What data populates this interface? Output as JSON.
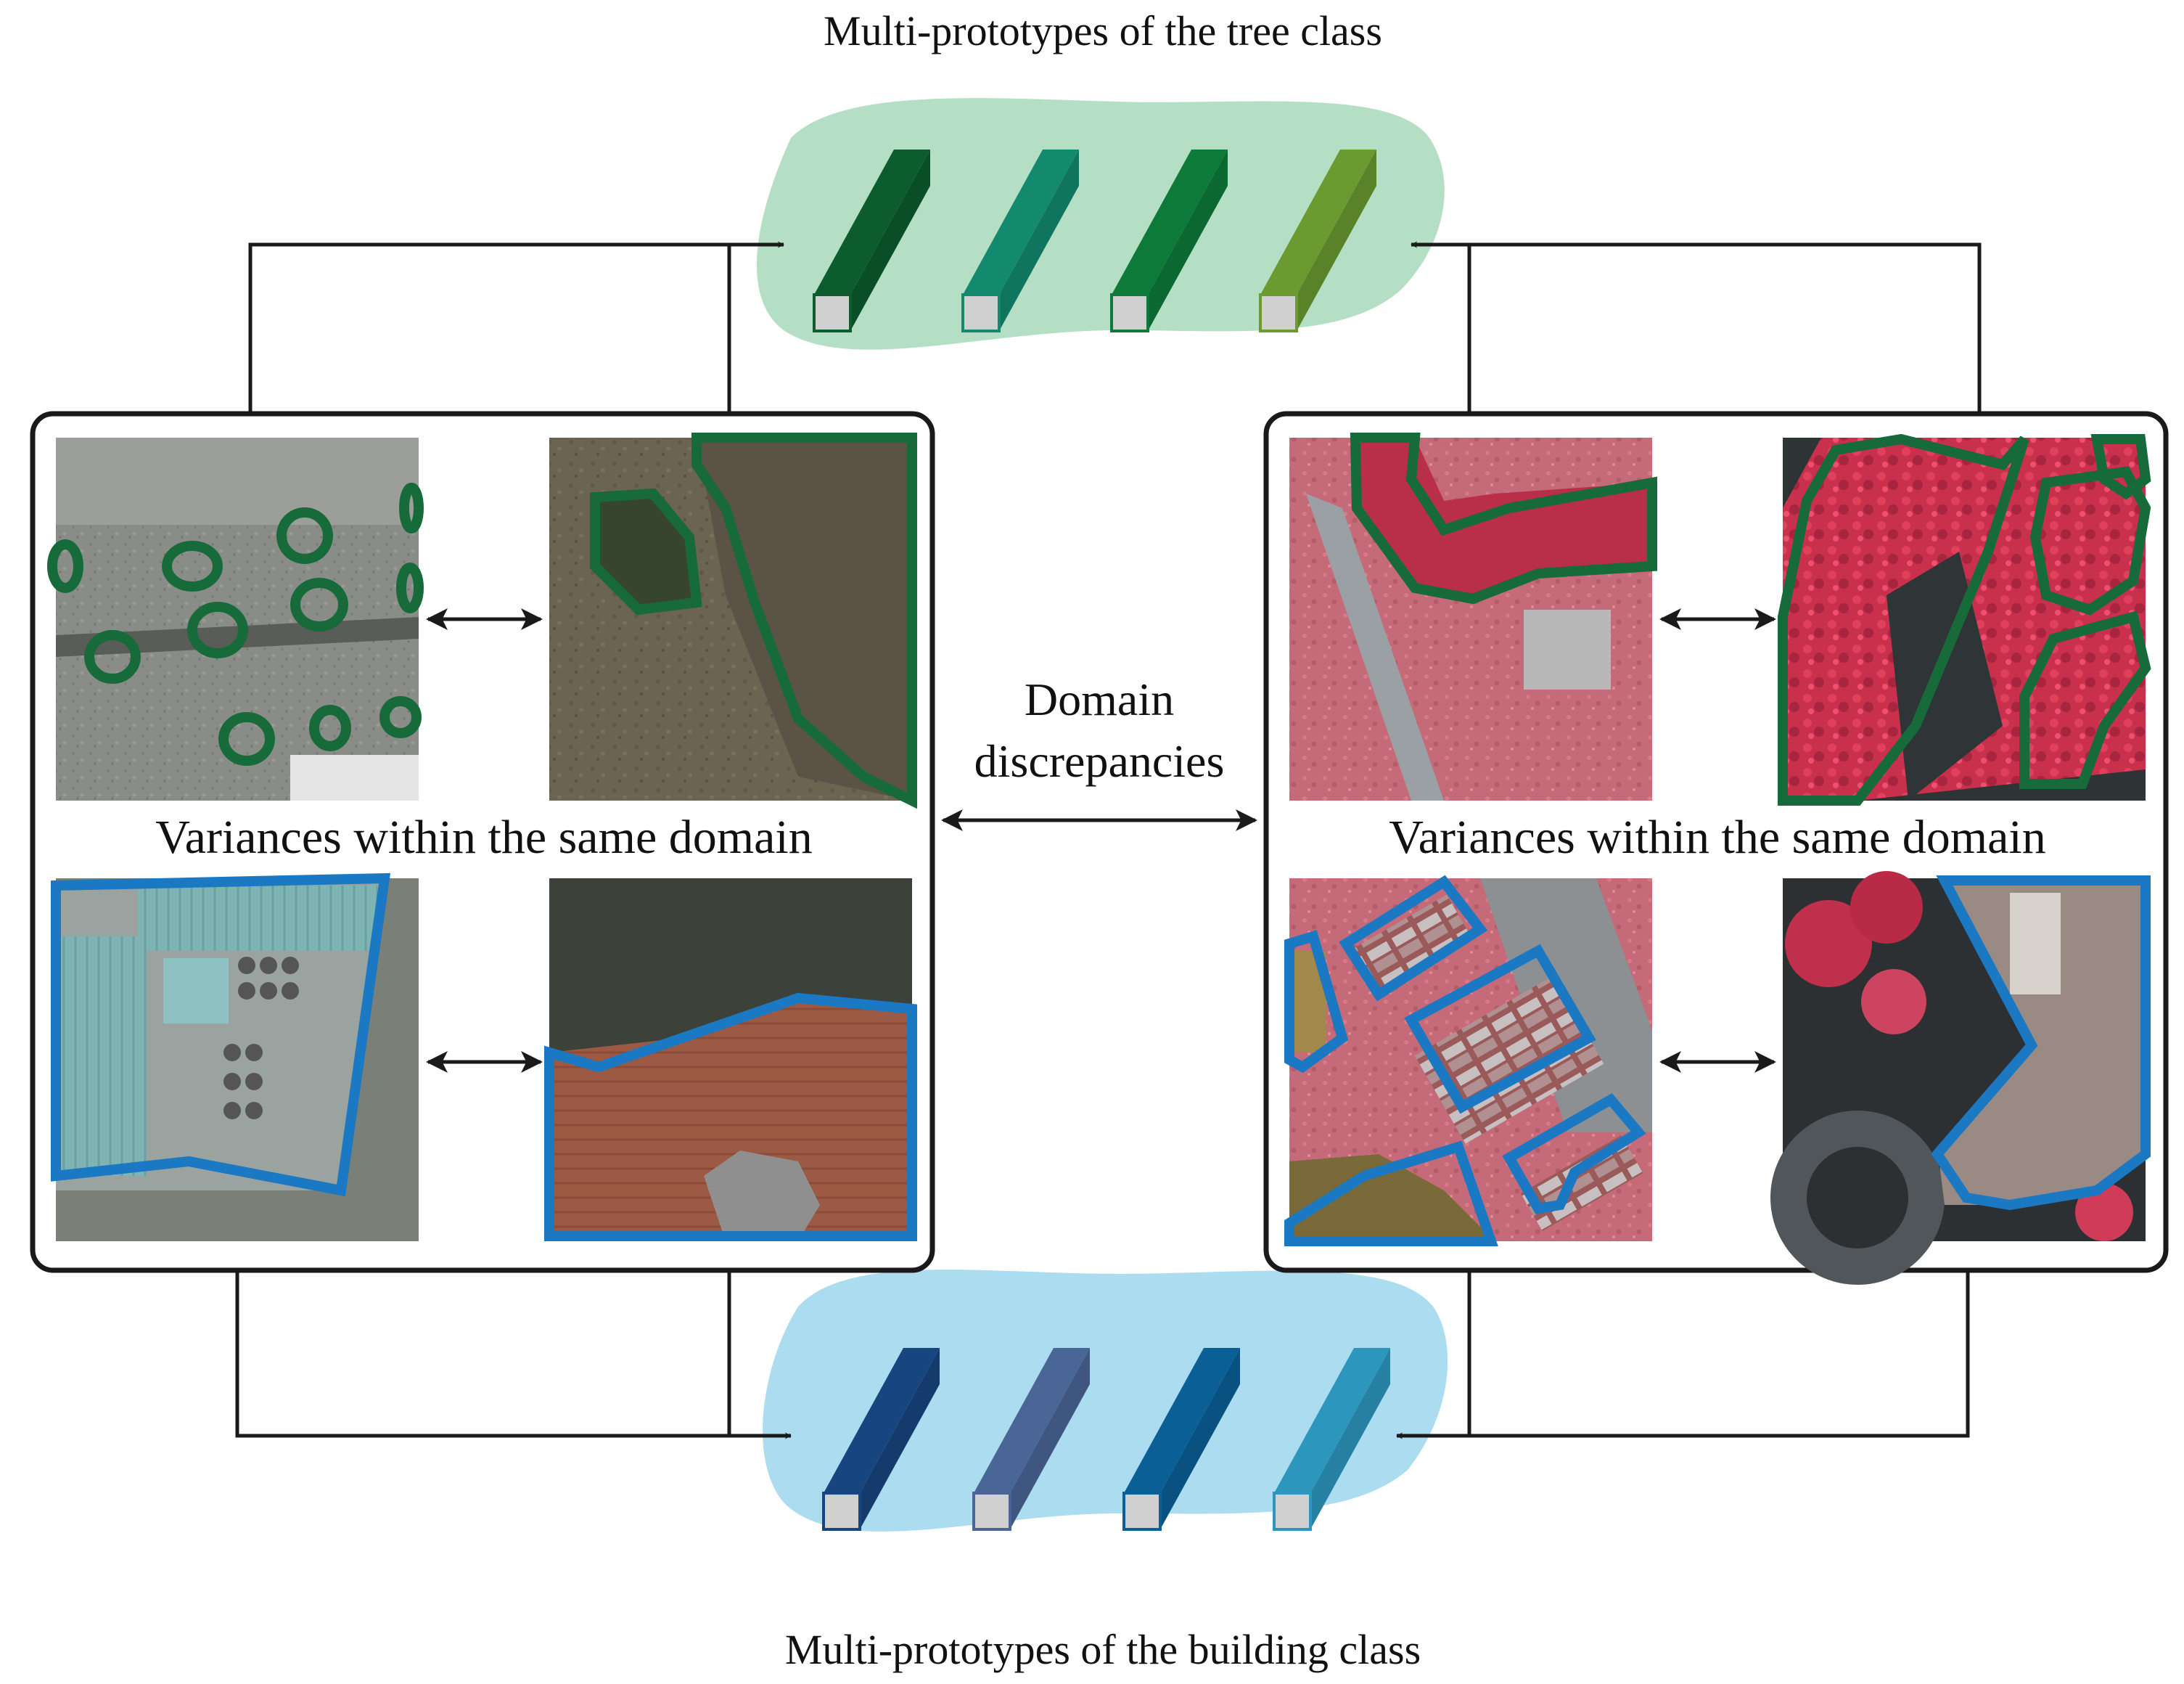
{
  "labels": {
    "tree_prototypes": "Multi-prototypes of the tree class",
    "building_prototypes": "Multi-prototypes of the building class",
    "domain_line1": "Domain",
    "domain_line2": "discrepancies",
    "variance_left": "Variances within the same domain",
    "variance_right": "Variances within the same domain"
  },
  "colors": {
    "tree_blob": "#b5dfc4",
    "building_blob": "#abdcef",
    "tree_outline": "#176b3a",
    "building_outline": "#1b78c2",
    "tree_prototypes": [
      "#0c5c2e",
      "#138a6e",
      "#0d7a3a",
      "#6a9a30"
    ],
    "building_prototypes": [
      "#17457f",
      "#4a6696",
      "#0a5f96",
      "#2d96bd"
    ],
    "prototype_face": "#d0d0d0"
  },
  "images": {
    "left_top_1": "aerial-rgb-trees-parking",
    "left_top_2": "aerial-rgb-trees-field",
    "left_bottom_1": "aerial-rgb-building-rooftop",
    "left_bottom_2": "aerial-rgb-building-red-roof",
    "right_top_1": "aerial-irrg-trees-park",
    "right_top_2": "aerial-irrg-trees-dense",
    "right_bottom_1": "aerial-irrg-buildings-greenhouses",
    "right_bottom_2": "aerial-irrg-building-curved"
  }
}
